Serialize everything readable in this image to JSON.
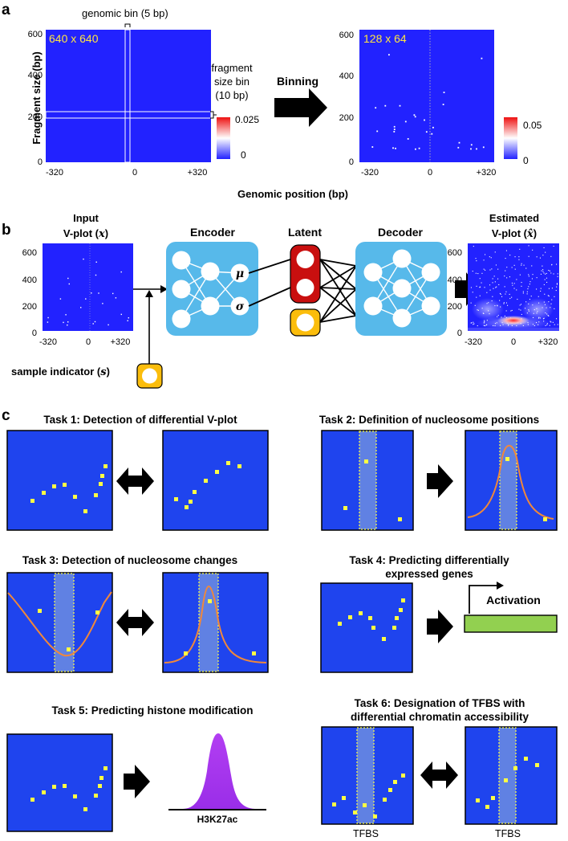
{
  "colors": {
    "vplot_blue": "#2222ff",
    "task_blue": "#1f44ee",
    "node_blue": "#57b9ea",
    "latent_red": "#c90f0f",
    "latent_yellow": "#fbbd0c",
    "dot_yellow": "#ffff44",
    "curve_orange": "#f0883a",
    "peak_purple": "#a333ee",
    "activation_green": "#92d050"
  },
  "panel_a": {
    "letter": "a",
    "ylabel": "Fragment size (bp)",
    "xlabel": "Genomic position (bp)",
    "yticks": [
      "0",
      "200",
      "400",
      "600"
    ],
    "xticks": [
      "-320",
      "0",
      "+320"
    ],
    "left_plot_label": "640 x 640",
    "right_plot_label": "128 x 64",
    "genomic_bin": "genomic bin (5 bp)",
    "fragment_bin_lines": [
      "fragment",
      "size bin",
      "(10 bp)"
    ],
    "arrow_label": "Binning",
    "colorbar_left": {
      "max": "0.025",
      "min": "0"
    },
    "colorbar_right": {
      "max": "0.05",
      "min": "0"
    }
  },
  "panel_b": {
    "letter": "b",
    "input_title": "Input",
    "input_subtitle": "V-plot (",
    "input_var": "x",
    "encoder": "Encoder",
    "latent": "Latent",
    "decoder": "Decoder",
    "output_title": "Estimated",
    "output_subtitle": "V-plot (",
    "output_var": "x̂",
    "mu": "μ",
    "sigma": "σ",
    "sample_label": "sample indicator (",
    "sample_var": "s",
    "yticks": [
      "0",
      "200",
      "400",
      "600"
    ],
    "xticks": [
      "-320",
      "0",
      "+320"
    ]
  },
  "panel_c": {
    "letter": "c",
    "tasks": [
      {
        "title": "Task 1: Detection of differential V-plot"
      },
      {
        "title": "Task 2: Definition of nucleosome positions"
      },
      {
        "title": "Task 3: Detection of nucleosome changes"
      },
      {
        "title_lines": [
          "Task 4: Predicting differentially",
          "expressed genes"
        ],
        "activation": "Activation"
      },
      {
        "title": "Task 5: Predicting histone modification",
        "peak_label": "H3K27ac"
      },
      {
        "title_lines": [
          "Task 6: Designation of TFBS with",
          "differential chromatin accessibility"
        ],
        "tfbs_labels": [
          "TFBS",
          "TFBS"
        ]
      }
    ]
  }
}
